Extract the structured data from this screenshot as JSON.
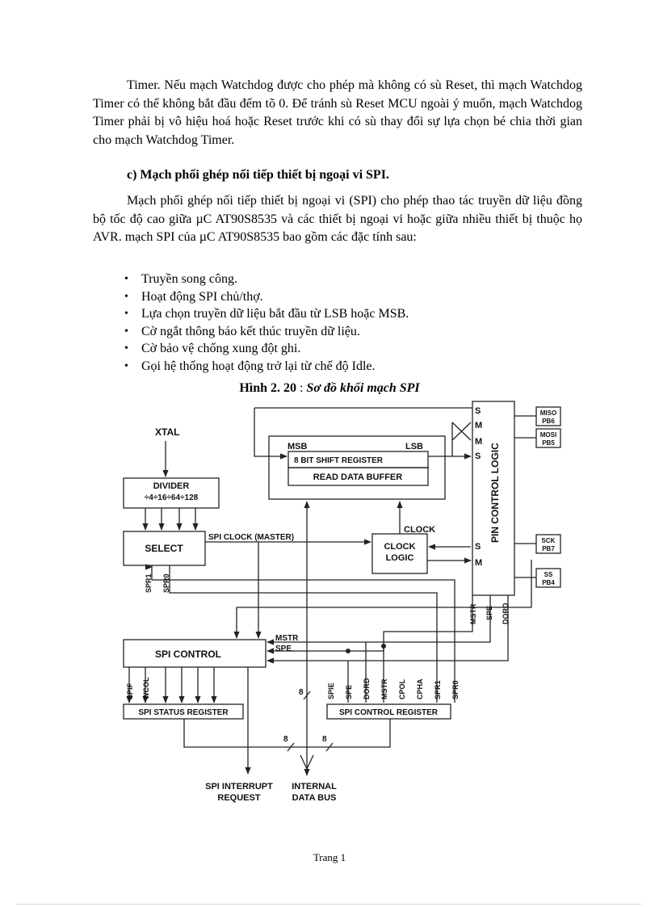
{
  "paragraph_1": "Timer. Nếu mạch Watchdog được cho phép mà không có sù Reset, thì mạch Watchdog Timer có thể không bắt đầu đếm tõ 0. Để tránh sù Reset MCU ngoài ý muốn, mạch Watchdog Timer phải bị vô hiệu hoá hoặc Reset trước khi có sù thay đổi sự lựa chọn bé chia thời gian cho mạch Watchdog Timer.",
  "section_heading": "c)  Mạch phối ghép nối tiếp thiết bị ngoại vi SPI.",
  "paragraph_2": "Mạch phối ghép nối tiếp thiết bị ngoại vi (SPI) cho phép thao tác truyền dữ liệu  đồng bộ tốc độ cao giữa µC AT90S8535 và các thiết bị ngoại vi hoặc giữa nhiều thiết bị thuộc họ AVR. mạch SPI của µC AT90S8535 bao gồm các đặc tính sau:",
  "bullets": [
    "Truyền song công.",
    "Hoạt động SPI chủ/thợ.",
    "Lựa chọn truyền dữ liệu  bắt đầu từ LSB hoặc MSB.",
    "Cờ ngắt thông báo kết thúc truyền dữ liệu.",
    "Cờ bảo vệ chống xung đột ghi.",
    "Gọi hệ thống hoạt động trở lại từ chế độ Idle."
  ],
  "figure": {
    "caption_number": "Hình 2. 20",
    "caption_sep": " : ",
    "caption_title": "Sơ đồ khối mạch SPI",
    "labels": {
      "xtal": "XTAL",
      "divider": "DIVIDER",
      "divider_ratios": "÷4÷16÷64÷128",
      "select": "SELECT",
      "spi_clock_master": "SPI CLOCK (MASTER)",
      "spr1": "SPR1",
      "spr0": "SPR0",
      "msb": "MSB",
      "lsb": "LSB",
      "shift_register": "8 BIT SHIFT REGISTER",
      "read_buffer": "READ DATA BUFFER",
      "clock": "CLOCK",
      "clock_logic_1": "CLOCK",
      "clock_logic_2": "LOGIC",
      "pin_control_logic": "PIN CONTROL LOGIC",
      "s": "S",
      "m": "M",
      "miso": "MISO",
      "pb6": "PB6",
      "mosi": "MOSI",
      "pb5": "PB5",
      "sck": "SCK",
      "pb7": "PB7",
      "ss": "SS",
      "pb4": "PB4",
      "mstr": "MSTR",
      "spe": "SPE",
      "dord": "DORD",
      "spi_control": "SPI CONTROL",
      "spif": "SPIF",
      "wcol": "WCOL",
      "spi_status_register": "SPI STATUS REGISTER",
      "spie": "SPIE",
      "cpol": "CPOL",
      "cpha": "CPHA",
      "spi_control_register": "SPI CONTROL REGISTER",
      "bus_width": "8",
      "spi_interrupt_1": "SPI INTERRUPT",
      "spi_interrupt_2": "REQUEST",
      "internal_1": "INTERNAL",
      "internal_2": "DATA BUS"
    }
  },
  "footer": "Trang 1"
}
